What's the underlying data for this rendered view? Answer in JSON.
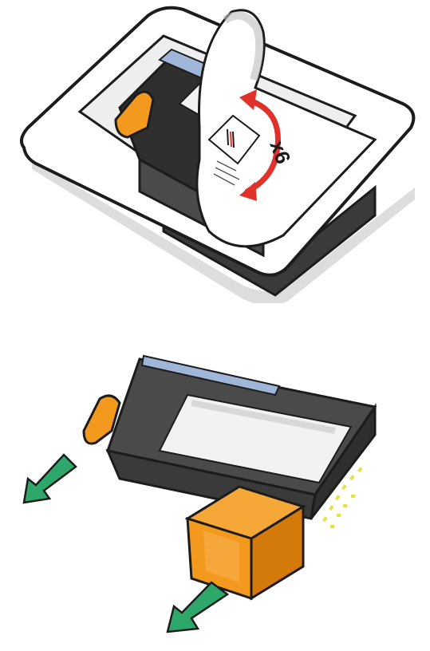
{
  "steps": [
    {
      "id": "peel-label",
      "instruction_text": "x6",
      "arrow_color": "#e0312b"
    },
    {
      "id": "remove-printhead"
    }
  ],
  "colors": {
    "tray_fill": "#ffffff",
    "tray_inner": "#eeeeee",
    "outline": "#1c1c1c",
    "cartridge_body": "#4a4a4a",
    "cartridge_top": "#2f2f2f",
    "label_white": "#f2f2f2",
    "orange_cap": "#f39a1e",
    "orange_shadow": "#d47a0a",
    "blue_strip": "#9fb6d9",
    "green_arrow": "#2ea86a",
    "yellow_contacts": "#e8e04a"
  }
}
